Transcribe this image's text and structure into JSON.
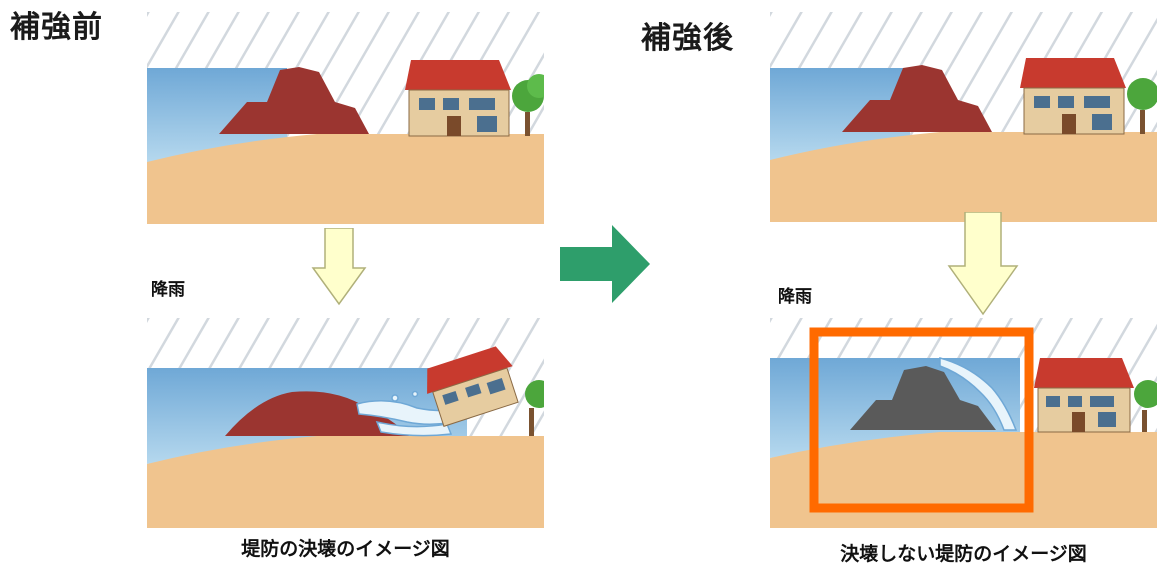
{
  "before": {
    "heading": "補強前",
    "rain_label": "降雨",
    "caption": "堤防の決壊のイメージ図"
  },
  "after": {
    "heading": "補強後",
    "rain_label": "降雨",
    "caption": "決壊しない堤防のイメージ図"
  },
  "colors": {
    "ground": "#F0C48E",
    "water": "#7FB6DE",
    "levee": "#9B3530",
    "reinforced_levee": "#5A5A5A",
    "house_roof": "#C83A2E",
    "house_wall": "#E6CCA0",
    "tree": "#4CA63C",
    "down_arrow_fill": "#FFFFCC",
    "transition_arrow": "#2E9E6B",
    "highlight_frame": "#FF6A00"
  }
}
